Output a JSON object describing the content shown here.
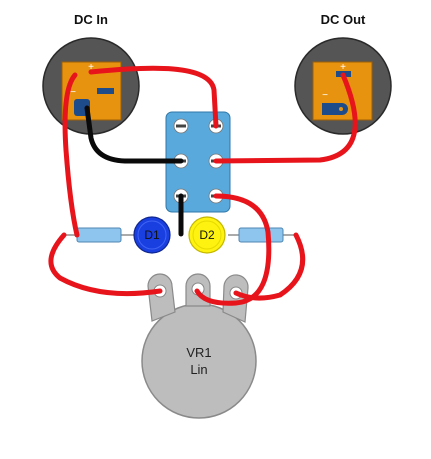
{
  "labels": {
    "dc_in": "DC In",
    "dc_out": "DC Out",
    "pot_name": "VR1",
    "pot_type": "Lin",
    "led1": "D1",
    "led2": "D2",
    "plus": "+",
    "minus": "−"
  },
  "colors": {
    "wire_red": "#e8141c",
    "wire_black": "#0a0a0a",
    "switch_blue": "#5aa9dd",
    "jack_body": "#555555",
    "jack_pad": "#e8930f",
    "led1": "#1a3fe0",
    "led2": "#fdf210",
    "resistor": "#8ec5ee",
    "pot": "#bdbdbd"
  }
}
